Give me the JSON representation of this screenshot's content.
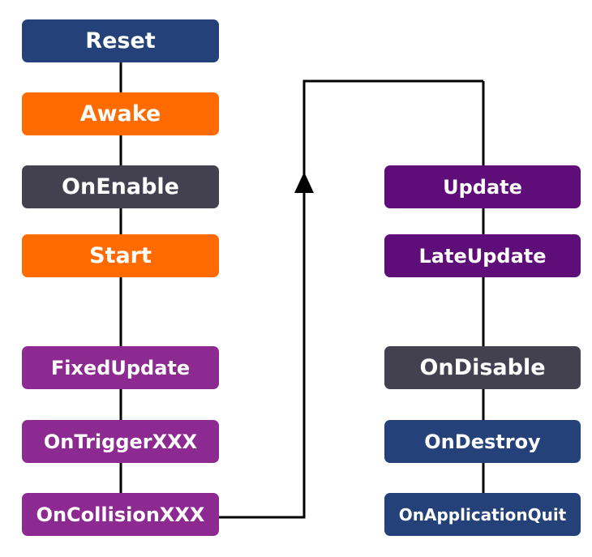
{
  "nodes": {
    "reset": {
      "label": "Reset",
      "color": "#244279"
    },
    "awake": {
      "label": "Awake",
      "color": "#ff6b00"
    },
    "on_enable": {
      "label": "OnEnable",
      "color": "#43404f"
    },
    "start": {
      "label": "Start",
      "color": "#ff6b00"
    },
    "fixed_update": {
      "label": "FixedUpdate",
      "color": "#8c2a91"
    },
    "on_trigger": {
      "label": "OnTriggerXXX",
      "color": "#8c2a91"
    },
    "on_collision": {
      "label": "OnCollisionXXX",
      "color": "#8c2a91"
    },
    "update": {
      "label": "Update",
      "color": "#5f0d78"
    },
    "late_update": {
      "label": "LateUpdate",
      "color": "#5f0d78"
    },
    "on_disable": {
      "label": "OnDisable",
      "color": "#43404f"
    },
    "on_destroy": {
      "label": "OnDestroy",
      "color": "#244279"
    },
    "on_application_quit": {
      "label": "OnApplicationQuit",
      "color": "#244279"
    }
  }
}
